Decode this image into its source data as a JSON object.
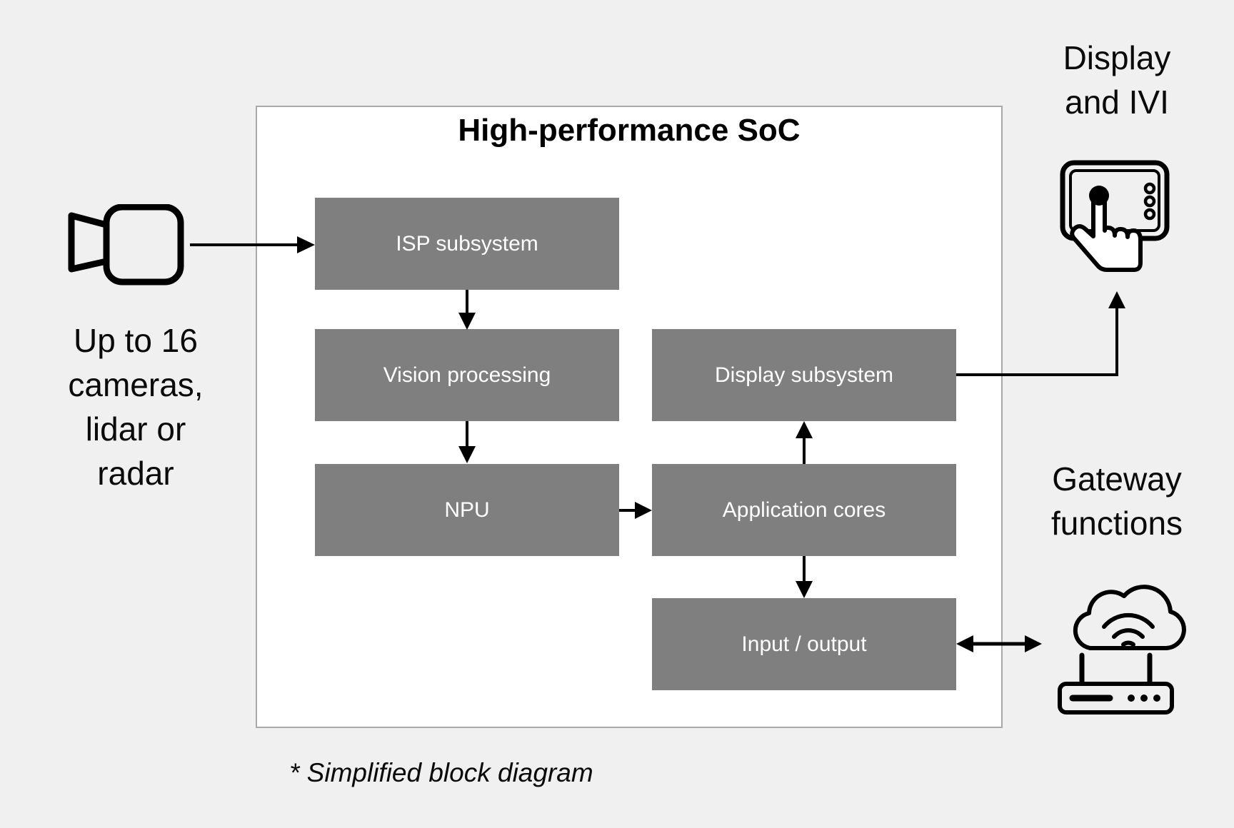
{
  "soc": {
    "title": "High-performance SoC",
    "blocks": [
      {
        "id": "isp",
        "label": "ISP subsystem"
      },
      {
        "id": "vision",
        "label": "Vision processing"
      },
      {
        "id": "npu",
        "label": "NPU"
      },
      {
        "id": "display",
        "label": "Display subsystem"
      },
      {
        "id": "app",
        "label": "Application cores"
      },
      {
        "id": "io",
        "label": "Input / output"
      }
    ]
  },
  "labels": {
    "cameras": "Up to 16\ncameras,\nlidar or\nradar",
    "display_ivi": "Display\nand IVI",
    "gateway": "Gateway\nfunctions",
    "footnote": "* Simplified block diagram"
  },
  "icons": {
    "camera": "video-camera-icon",
    "display_ivi": "touchscreen-icon",
    "gateway": "cloud-router-icon"
  },
  "connections": [
    {
      "from": "cameras/lidar/radar",
      "to": "ISP subsystem",
      "type": "arrow"
    },
    {
      "from": "ISP subsystem",
      "to": "Vision processing",
      "type": "arrow"
    },
    {
      "from": "Vision processing",
      "to": "NPU",
      "type": "arrow"
    },
    {
      "from": "NPU",
      "to": "Application cores",
      "type": "arrow"
    },
    {
      "from": "Application cores",
      "to": "Display subsystem",
      "type": "arrow"
    },
    {
      "from": "Application cores",
      "to": "Input / output",
      "type": "arrow"
    },
    {
      "from": "Display subsystem",
      "to": "Display and IVI",
      "type": "arrow"
    },
    {
      "from": "Input / output",
      "to": "Gateway functions",
      "type": "bidirectional-arrow"
    }
  ],
  "colors": {
    "background": "#f0f0f1",
    "block_fill": "#7f7f7f",
    "block_text": "#ffffff",
    "soc_fill": "#ffffff",
    "soc_border": "#a9a9a9",
    "line": "#000000",
    "text": "#0a0a0a"
  }
}
